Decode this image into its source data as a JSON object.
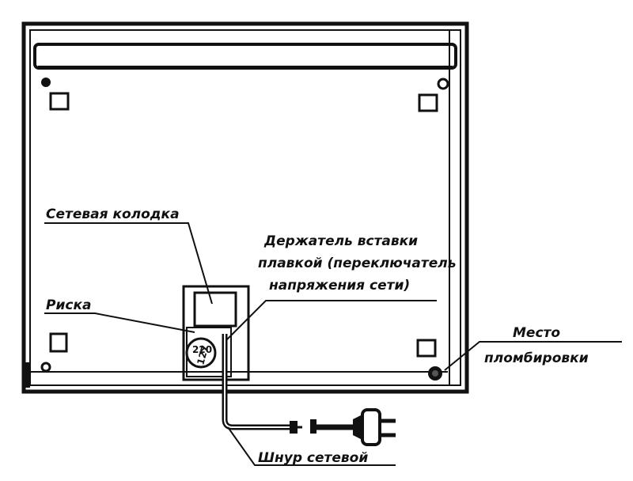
{
  "colors": {
    "ink": "#111111",
    "paper": "#ffffff"
  },
  "labels": {
    "network_block": "Сетевая колодка",
    "fuse_holder_line1": "Держатель вставки",
    "fuse_holder_line2": "плавкой (переключатель",
    "fuse_holder_line3": "напряжения сети)",
    "mark": "Риска",
    "seal_line1": "Место",
    "seal_line2": "пломбировки",
    "cord": "Шнур сетевой",
    "voltage_value": "220",
    "voltage_alt": "127"
  }
}
